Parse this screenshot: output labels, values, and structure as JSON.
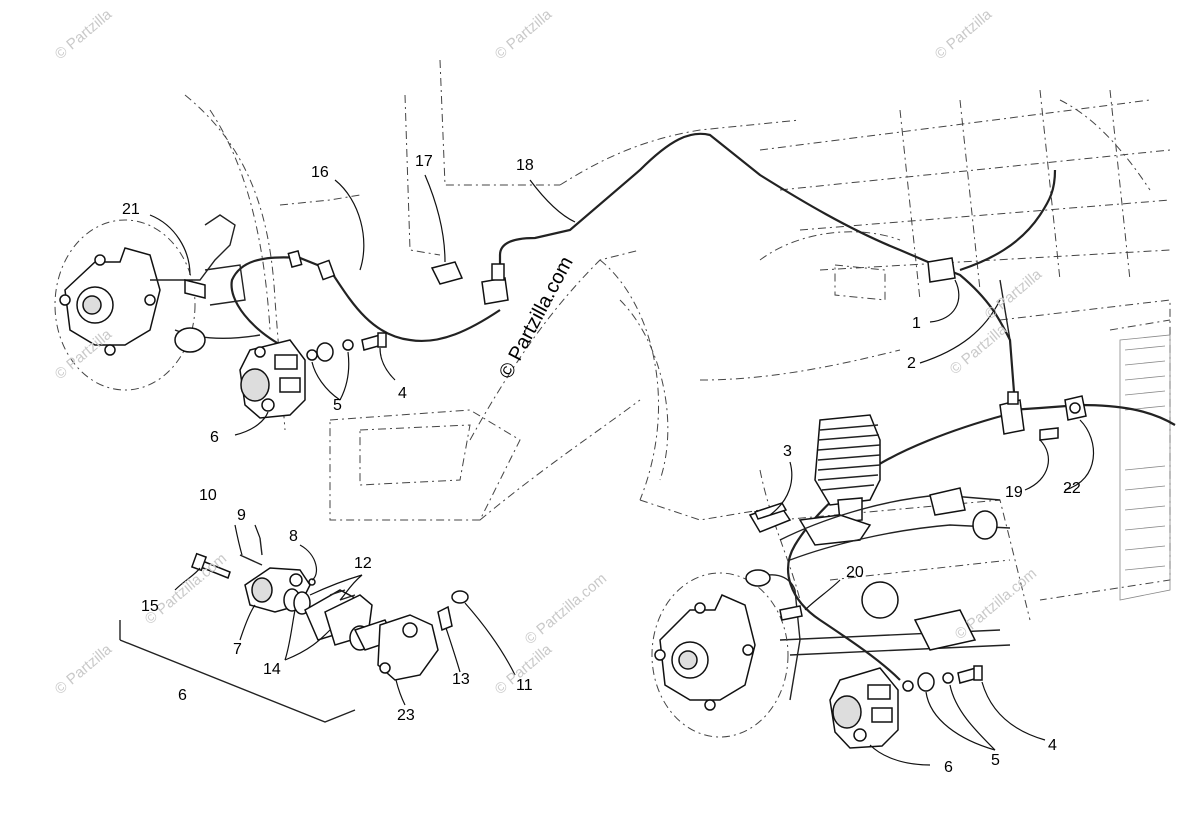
{
  "watermarks": {
    "center": "© Partzilla.com",
    "corner": "© Partzilla"
  },
  "callouts": [
    {
      "id": "c1",
      "text": "1"
    },
    {
      "id": "c2",
      "text": "2"
    },
    {
      "id": "c3",
      "text": "3"
    },
    {
      "id": "c4a",
      "text": "4"
    },
    {
      "id": "c4b",
      "text": "4"
    },
    {
      "id": "c5a",
      "text": "5"
    },
    {
      "id": "c5b",
      "text": "5"
    },
    {
      "id": "c6a",
      "text": "6"
    },
    {
      "id": "c6b",
      "text": "6"
    },
    {
      "id": "c6c",
      "text": "6"
    },
    {
      "id": "c7",
      "text": "7"
    },
    {
      "id": "c8",
      "text": "8"
    },
    {
      "id": "c9",
      "text": "9"
    },
    {
      "id": "c10",
      "text": "10"
    },
    {
      "id": "c11",
      "text": "11"
    },
    {
      "id": "c12",
      "text": "12"
    },
    {
      "id": "c13",
      "text": "13"
    },
    {
      "id": "c14",
      "text": "14"
    },
    {
      "id": "c15",
      "text": "15"
    },
    {
      "id": "c16",
      "text": "16"
    },
    {
      "id": "c17",
      "text": "17"
    },
    {
      "id": "c18",
      "text": "18"
    },
    {
      "id": "c19",
      "text": "19"
    },
    {
      "id": "c20",
      "text": "20"
    },
    {
      "id": "c21",
      "text": "21"
    },
    {
      "id": "c22",
      "text": "22"
    },
    {
      "id": "c23",
      "text": "23"
    }
  ]
}
